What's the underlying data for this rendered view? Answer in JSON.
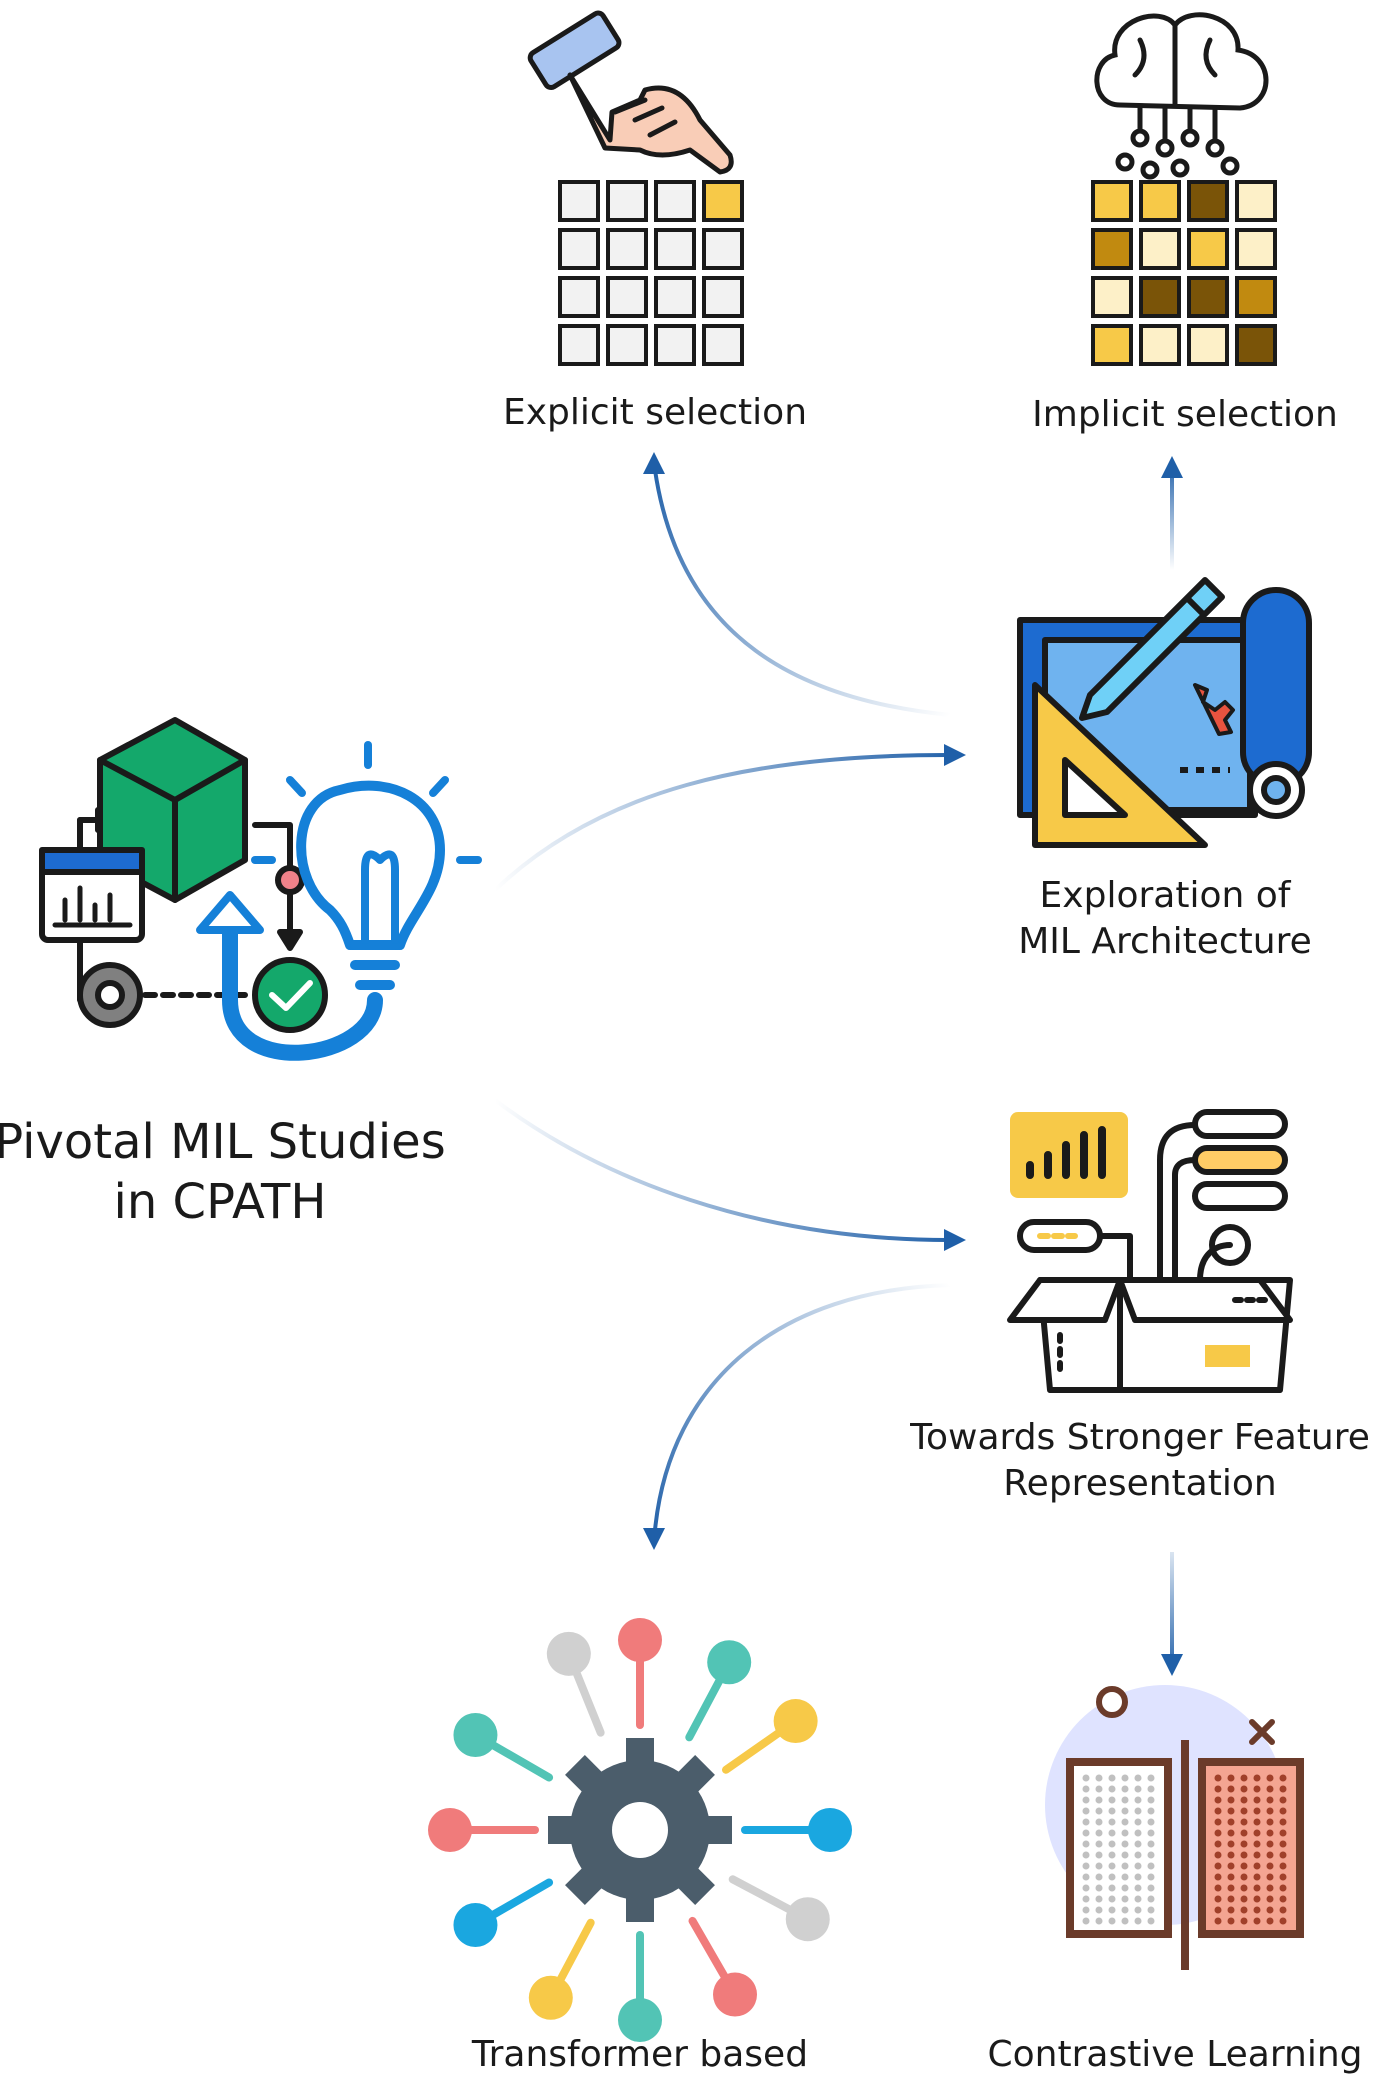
{
  "nodes": {
    "center": {
      "line1": "Pivotal MIL Studies",
      "line2": "in CPATH",
      "icon": "idea-workflow-icon"
    },
    "explicit": {
      "label": "Explicit selection",
      "icon": "hand-pointer-grid-icon"
    },
    "implicit": {
      "label": "Implicit selection",
      "icon": "brain-grid-icon"
    },
    "architecture": {
      "line1": "Exploration of",
      "line2": "MIL Architecture",
      "icon": "blueprint-icon"
    },
    "feature": {
      "line1": "Towards Stronger Feature",
      "line2": "Representation",
      "icon": "box-data-icon"
    },
    "transformer": {
      "label": "Transformer based",
      "icon": "gear-network-icon"
    },
    "contrastive": {
      "label": "Contrastive Learning",
      "icon": "contrastive-panels-icon"
    }
  },
  "colors": {
    "arrow": "#1f5fa8",
    "grid_light": "#f2f2f2",
    "gold": "#f7c948",
    "gold_light": "#fdf0c8",
    "amber": "#c18a10",
    "brown": "#7a5408",
    "green_cube": "#14a86b",
    "bulb_blue": "#1580d8",
    "blueprint": "#6fb3ef",
    "blueprint_dark": "#1d6bd0",
    "gear_slate": "#4b5d6b"
  },
  "grids": {
    "explicit": [
      [
        0,
        0,
        0,
        1
      ],
      [
        0,
        0,
        0,
        0
      ],
      [
        0,
        0,
        0,
        0
      ],
      [
        0,
        0,
        0,
        0
      ]
    ],
    "implicit": [
      [
        1,
        1,
        3,
        0
      ],
      [
        2,
        0,
        1,
        0
      ],
      [
        0,
        3,
        3,
        2
      ],
      [
        1,
        0,
        0,
        3
      ]
    ]
  }
}
